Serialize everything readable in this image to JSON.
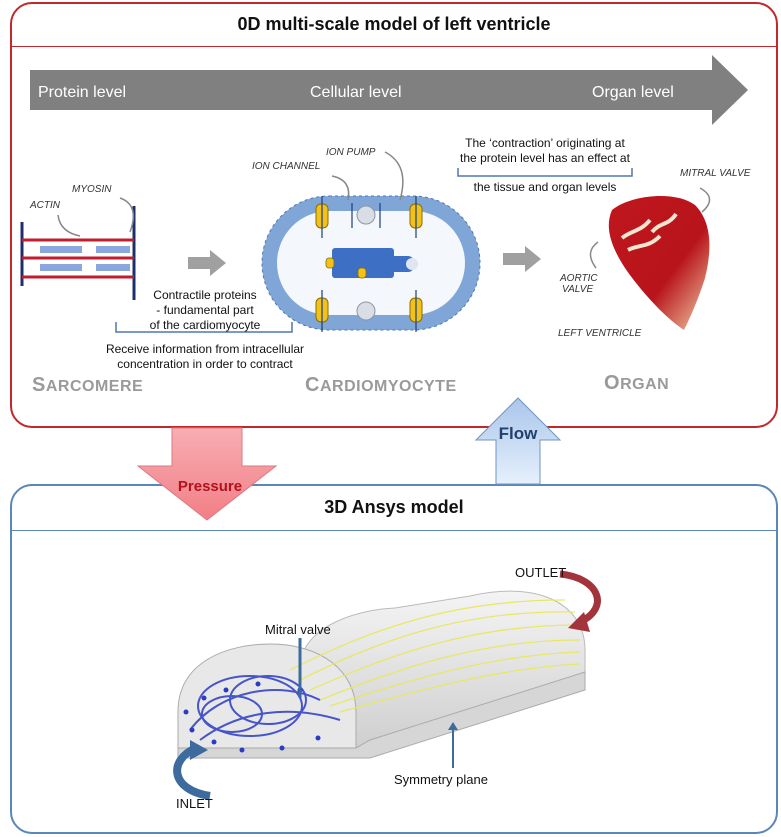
{
  "top_panel": {
    "title": "0D multi-scale model of left ventricle",
    "levels": {
      "protein": "Protein level",
      "cellular": "Cellular level",
      "organ": "Organ level"
    },
    "sarcomere_labels": {
      "actin": "ACTIN",
      "myosin": "MYOSIN"
    },
    "cell_labels": {
      "ion_channel": "ION CHANNEL",
      "ion_pump": "ION PUMP"
    },
    "organ_labels": {
      "mitral_valve": "MITRAL VALVE",
      "aortic_valve_1": "AORTIC",
      "aortic_valve_2": "VALVE",
      "left_ventricle": "LEFT VENTRICLE"
    },
    "contraction_text_1": "The ‘contraction’ originating at",
    "contraction_text_2": "the protein level has an effect at",
    "contraction_text_3": "the tissue and organ levels",
    "contractile_text_1": "Contractile proteins",
    "contractile_text_2": "- fundamental part",
    "contractile_text_3": "of the cardiomyocyte",
    "receive_text_1": "Receive information from intracellular",
    "receive_text_2": "concentration in order to contract",
    "sarcomere": {
      "first": "S",
      "rest": "ARCOMERE"
    },
    "cardiomyocyte": {
      "first": "C",
      "rest": "ARDIOMYOCYTE"
    },
    "organ": {
      "first": "O",
      "rest": "RGAN"
    }
  },
  "connectors": {
    "pressure": "Pressure",
    "flow": "Flow"
  },
  "bottom_panel": {
    "title": "3D Ansys model",
    "outlet": "OUTLET",
    "mitral_valve": "Mitral valve",
    "symmetry_plane": "Symmetry plane",
    "inlet": "INLET"
  },
  "colors": {
    "top_border": "#c0282c",
    "bottom_border": "#5a86b8",
    "level_arrow": "#808080",
    "pressure_arrow": "#f27f86",
    "flow_arrow": "#a9c6ea"
  }
}
